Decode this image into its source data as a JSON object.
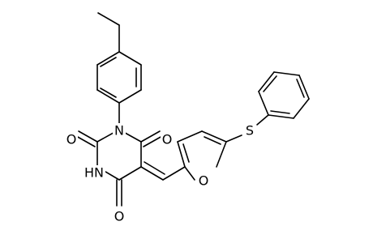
{
  "atom_labels": {
    "n_imide": "N",
    "nh": "HN",
    "o_c2": "O",
    "o_c6": "O",
    "o_c4": "O",
    "o_furan": "O",
    "s_thioether": "S"
  },
  "colors": {
    "bond": "#000000",
    "text": "#000000",
    "background": "#ffffff"
  }
}
